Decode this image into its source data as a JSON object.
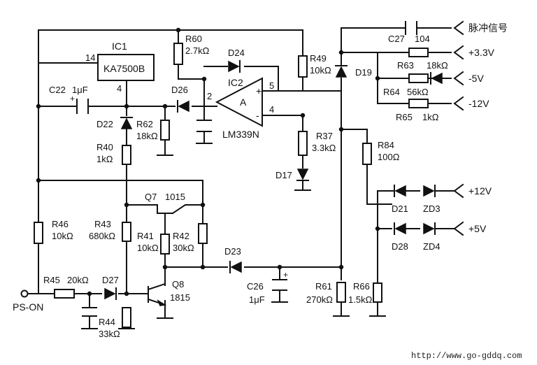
{
  "ic1": {
    "ref": "IC1",
    "part": "KA7500B",
    "pin_a": "14",
    "pin_b": "4"
  },
  "ic2": {
    "ref": "IC2",
    "part": "LM339N",
    "block": "A",
    "pin_in": "2",
    "pin_out": "5",
    "pin_minus": "4",
    "plus": "+",
    "minus": "-"
  },
  "capacitors": {
    "c22": {
      "ref": "C22",
      "value": "1μF"
    },
    "c27": {
      "ref": "C27",
      "value": "104"
    },
    "c26": {
      "ref": "C26",
      "value": "1μF"
    }
  },
  "resistors": {
    "r60": {
      "ref": "R60",
      "value": "2.7kΩ"
    },
    "r49": {
      "ref": "R49",
      "value": "10kΩ"
    },
    "r62": {
      "ref": "R62",
      "value": "18kΩ"
    },
    "r40": {
      "ref": "R40",
      "value": "1kΩ"
    },
    "r37": {
      "ref": "R37",
      "value": "3.3kΩ"
    },
    "r84": {
      "ref": "R84",
      "value": "100Ω"
    },
    "r63": {
      "ref": "R63",
      "value": "18kΩ"
    },
    "r64": {
      "ref": "R64",
      "value": "56kΩ"
    },
    "r65": {
      "ref": "R65",
      "value": "1kΩ"
    },
    "r46": {
      "ref": "R46",
      "value": "10kΩ"
    },
    "r43": {
      "ref": "R43",
      "value": "680kΩ"
    },
    "r41": {
      "ref": "R41",
      "value": "10kΩ"
    },
    "r42": {
      "ref": "R42",
      "value": "30kΩ"
    },
    "r45": {
      "ref": "R45",
      "value": "20kΩ"
    },
    "r44": {
      "ref": "R44",
      "value": "33kΩ"
    },
    "r61": {
      "ref": "R61",
      "value": "270kΩ"
    },
    "r66": {
      "ref": "R66",
      "value": "1.5kΩ"
    }
  },
  "diodes": {
    "d24": "D24",
    "d26": "D26",
    "d22": "D22",
    "d19": "D19",
    "d17": "D17",
    "d21": "D21",
    "d28": "D28",
    "d23": "D23",
    "d27": "D27",
    "zd3": "ZD3",
    "zd4": "ZD4"
  },
  "transistors": {
    "q7": {
      "ref": "Q7",
      "part": "1015"
    },
    "q8": {
      "ref": "Q8",
      "part": "1815"
    }
  },
  "terminals": {
    "pulse": "脉冲信号",
    "v33": "+3.3V",
    "vm5": "-5V",
    "vm12": "-12V",
    "v12": "+12V",
    "v5": "+5V",
    "pson": "PS-ON"
  },
  "watermark": "http://www.go-gddq.com"
}
